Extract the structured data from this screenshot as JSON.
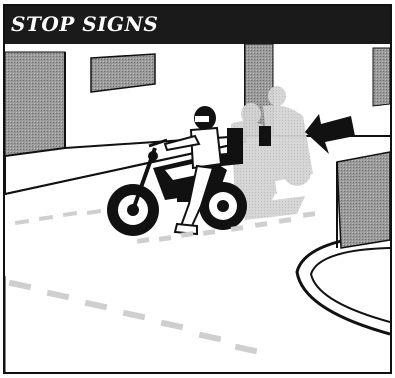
{
  "panel": {
    "title": "STOP SIGNS"
  },
  "illustration": {
    "subject": "motorcycle-rider-stopped-at-intersection",
    "arrow_direction": "left",
    "colors": {
      "header_bg": "#1a1a1a",
      "header_text": "#ffffff",
      "building": "#8c8c8c",
      "building_light": "#b5b5b5",
      "ghost": "#c8c8c8",
      "road_marking": "#cfcfcf",
      "ink": "#111111"
    }
  }
}
